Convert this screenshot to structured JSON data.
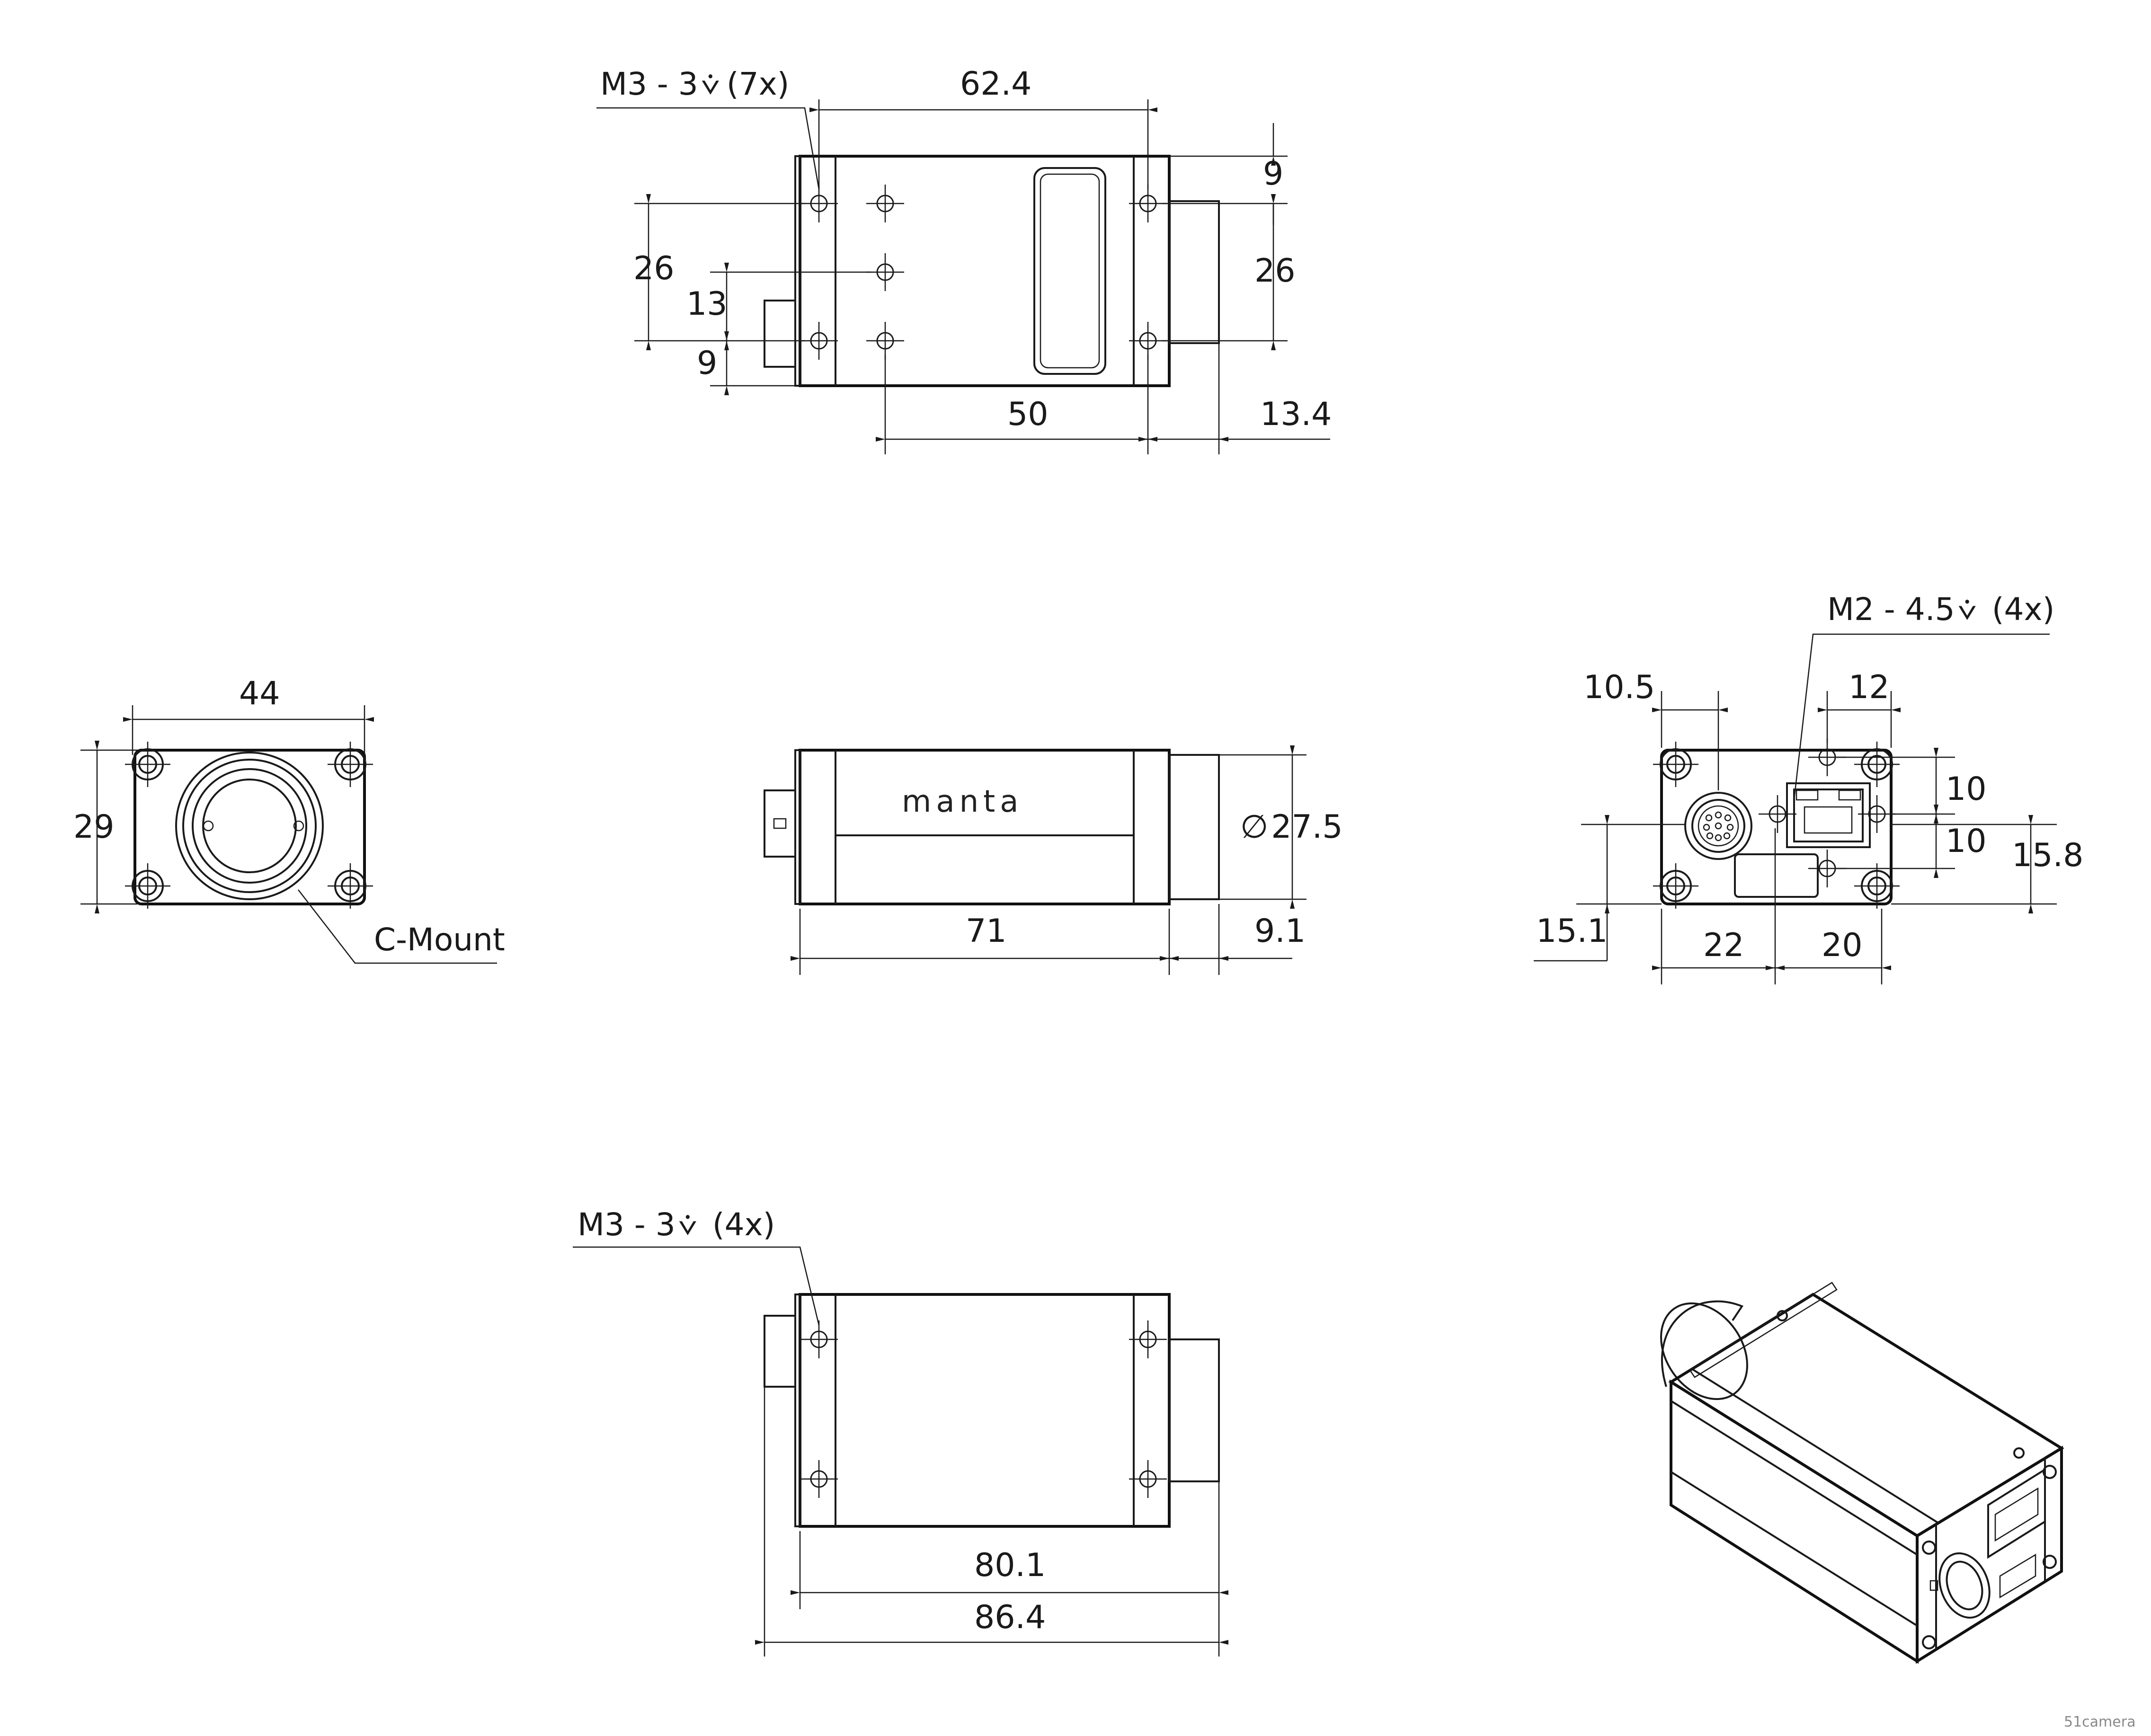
{
  "top_view": {
    "thread_label": "M3 - 3",
    "thread_count": "(7x)",
    "dims": {
      "width_total": "62.4",
      "hole_spacing_left": "26",
      "hole_spacing_mid": "13",
      "offset_bottom_left": "9",
      "offset_top_right": "9",
      "hole_spacing_right": "26",
      "hole_pitch": "50",
      "lens_len": "13.4"
    }
  },
  "front_view": {
    "width": "44",
    "height": "29",
    "mount_label": "C-Mount"
  },
  "side_view": {
    "logo": "manta",
    "body_len": "71",
    "lens_len": "9.1",
    "lens_dia": "27.5",
    "dia_symbol": "∅"
  },
  "rear_view": {
    "thread_label": "M2 - 4.5",
    "thread_count": "(4x)",
    "dims": {
      "left_offset": "10.5",
      "rj45_width": "12",
      "upper_10": "10",
      "lower_10": "10",
      "right_height": "15.8",
      "left_height": "15.1",
      "bottom_22": "22",
      "bottom_20": "20"
    }
  },
  "bottom_view": {
    "thread_label": "M3 - 3",
    "thread_count": "(4x)",
    "dims": {
      "body_len": "80.1",
      "total_len": "86.4"
    }
  },
  "watermark": "51camera"
}
